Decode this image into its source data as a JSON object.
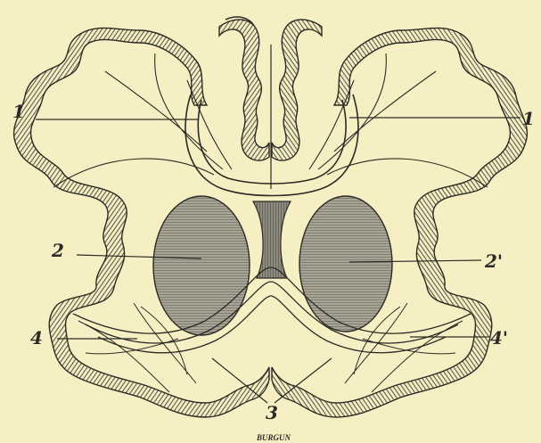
{
  "figure": {
    "labels": {
      "left_upper": "1",
      "right_upper": "1",
      "left_middle": "2",
      "right_middle": "2'",
      "left_lower": "4",
      "right_lower": "4'",
      "bottom": "3"
    },
    "signature": "BURGUN",
    "colors": {
      "paper": "#f7efc4",
      "ink": "#2b2a24",
      "hatch": "#5d5a4c",
      "body_fill": "#8f8c80"
    }
  }
}
